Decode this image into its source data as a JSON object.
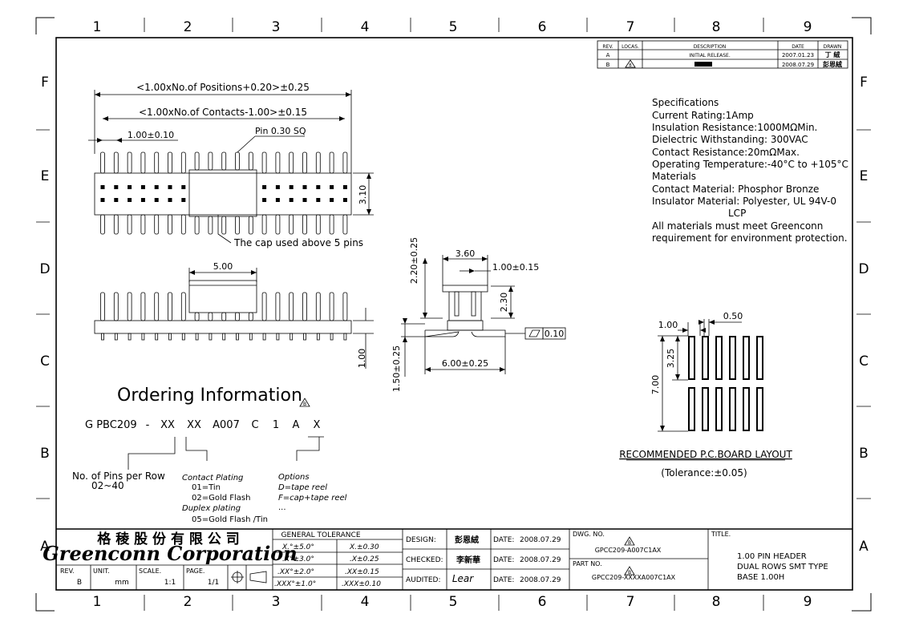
{
  "grid": {
    "columns": [
      "1",
      "2",
      "3",
      "4",
      "5",
      "6",
      "7",
      "8",
      "9"
    ],
    "rows": [
      "F",
      "E",
      "D",
      "C",
      "B",
      "A"
    ]
  },
  "revision_table": {
    "headers": [
      "REV.",
      "LOCAS.",
      "DESCRIPTION",
      "DATE",
      "DRAWN"
    ],
    "rows": [
      {
        "rev": "A",
        "loc": "",
        "desc": "INITIAL RELEASE.",
        "date": "2007.01.23",
        "drawn": "丁 絨"
      },
      {
        "rev": "B",
        "loc": "B",
        "desc": "■■■■",
        "date": "2008.07.29",
        "drawn": "彭恩絨"
      }
    ]
  },
  "dimensions": {
    "positions": "<1.00xNo.of Positions+0.20>±0.25",
    "contacts": "<1.00xNo.of Contacts-1.00>±0.15",
    "pitch": "1.00±0.10",
    "pin": "Pin 0.30 SQ",
    "height_310": "3.10",
    "cap_note": "The cap used above 5 pins",
    "cap_width": "5.00",
    "side_100": "1.00",
    "d_220": "2.20±0.25",
    "d_360": "3.60",
    "d_100b": "1.00±0.15",
    "d_230": "2.30",
    "d_150": "1.50±0.25",
    "d_600": "6.00±0.25",
    "flat": "0.10"
  },
  "specifications": {
    "title": "Specifications",
    "lines": [
      "Current Rating:1Amp",
      "Insulation Resistance:1000MΩMin.",
      "Dielectric Withstanding:   300VAC",
      "Contact Resistance:20mΩMax.",
      "Operating Temperature:-40°C to +105°C",
      "Materials",
      "Contact Material: Phosphor Bronze",
      "Insulator Material: Polyester, UL 94V-0",
      "LCP",
      "All materials must meet Greenconn",
      "requirement for environment protection."
    ]
  },
  "pcb_layout": {
    "title": "RECOMMENDED P.C.BOARD LAYOUT",
    "tolerance": "(Tolerance:±0.05)",
    "d_100": "1.00",
    "d_050": "0.50",
    "d_325": "3.25",
    "d_700": "7.00"
  },
  "ordering": {
    "title": "Ordering Information",
    "rev_mark": "B",
    "code": [
      "G PBC209",
      "-",
      "XX",
      "XX",
      "A007",
      "C",
      "1",
      "A",
      "X"
    ],
    "pins_label": "No. of Pins per Row",
    "pins_range": "02~40",
    "plating_title": "Contact Plating",
    "plating_1": "01=Tin",
    "plating_2": "02=Gold Flash",
    "duplex_title": "Duplex plating",
    "duplex_1": "05=Gold Flash /Tin",
    "options_title": "Options",
    "opt_1": "D=tape reel",
    "opt_2": "F=cap+tape reel",
    "opt_3": "..."
  },
  "title_block": {
    "company_cn": "格 稜 股 份 有 限 公 司",
    "company_en": "Greenconn Corporation",
    "rev_label": "REV.",
    "rev_value": "B",
    "unit_label": "UNIT.",
    "unit_value": "mm",
    "scale_label": "SCALE.",
    "scale_value": "1:1",
    "page_label": "PAGE.",
    "page_value": "1/1",
    "tolerance_title": "GENERAL TOLERANCE",
    "tol": [
      [
        "X.°±5.0°",
        "X.±0.30"
      ],
      [
        ".X°±3.0°",
        ".X±0.25"
      ],
      [
        ".XX°±2.0°",
        ".XX±0.15"
      ],
      [
        ".XXX°±1.0°",
        ".XXX±0.10"
      ]
    ],
    "design_label": "DESIGN:",
    "design_value": "彭恩絨",
    "checked_label": "CHECKED:",
    "checked_value": "李新華",
    "audited_label": "AUDITED:",
    "audited_value": "Lear",
    "date_label": "DATE:",
    "date_1": "2008.07.29",
    "date_2": "2008.07.29",
    "date_3": "2008.07.29",
    "dwg_label": "DWG. NO.",
    "dwg_value": "GPCC209-A007C1AX",
    "part_label": "PART NO.",
    "part_value": "GPCC209-XXXXA007C1AX",
    "title_label": "TITLE.",
    "title_1": "1.00 PIN HEADER",
    "title_2": "DUAL ROWS SMT TYPE",
    "title_3": "BASE 1.00H",
    "rev_mark": "B"
  },
  "colors": {
    "line": "#000000",
    "background": "#ffffff"
  }
}
